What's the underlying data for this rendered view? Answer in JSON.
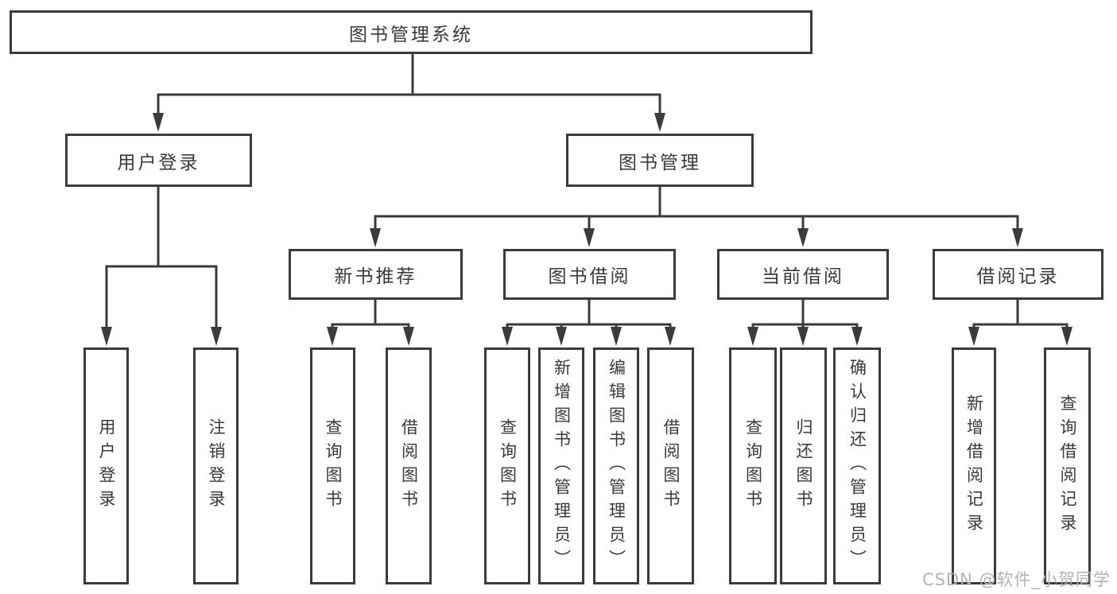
{
  "diagram": {
    "root": {
      "label": "图书管理系统"
    },
    "branches": [
      {
        "label": "用户登录",
        "leaves": [
          {
            "label": "用户登录"
          },
          {
            "label": "注销登录"
          }
        ]
      },
      {
        "label": "图书管理",
        "sections": [
          {
            "label": "新书推荐",
            "leaves": [
              {
                "label": "查询图书"
              },
              {
                "label": "借阅图书"
              }
            ]
          },
          {
            "label": "图书借阅",
            "leaves": [
              {
                "label": "查询图书"
              },
              {
                "label": "新增图书（管理员）"
              },
              {
                "label": "编辑图书（管理员）"
              },
              {
                "label": "借阅图书"
              }
            ]
          },
          {
            "label": "当前借阅",
            "leaves": [
              {
                "label": "查询图书"
              },
              {
                "label": "归还图书"
              },
              {
                "label": "确认归还（管理员）"
              }
            ]
          },
          {
            "label": "借阅记录",
            "leaves": [
              {
                "label": "新增借阅记录"
              },
              {
                "label": "查询借阅记录"
              }
            ]
          }
        ]
      }
    ]
  },
  "watermark": {
    "text": "CSDN @软件_小贺同学"
  },
  "colors": {
    "line": "#3b3b3b",
    "box_border": "#3b3b3b",
    "box_fill": "#ffffff",
    "text": "#3a3a3a",
    "watermark": "#b3b3b3",
    "background": "#ffffff"
  }
}
